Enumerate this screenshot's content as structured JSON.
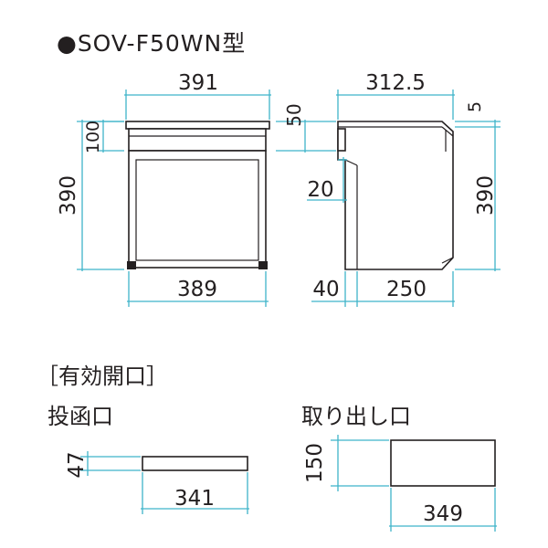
{
  "title": "●SOV-F50WN型",
  "dims": {
    "front_top_width": "391",
    "front_bottom_width": "389",
    "front_height": "390",
    "front_upper_height": "100",
    "side_top_depth": "312.5",
    "side_top_height": "50",
    "side_lip": "5",
    "side_height": "390",
    "side_step": "20",
    "side_bottom_offset": "40",
    "side_bottom_depth": "250"
  },
  "section_label": "［有効開口］",
  "openings": {
    "insert": {
      "label": "投函口",
      "height": "47",
      "width": "341"
    },
    "takeout": {
      "label": "取り出し口",
      "height": "150",
      "width": "349"
    }
  },
  "colors": {
    "dimension_line": "#3fb4c9",
    "outline": "#231f20",
    "fill": "#ffffff"
  }
}
